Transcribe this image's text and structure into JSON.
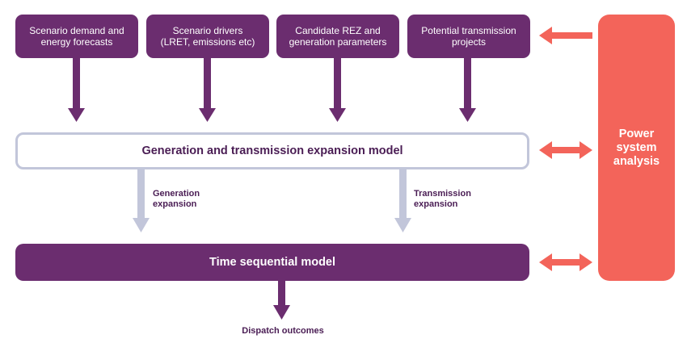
{
  "inputs": [
    {
      "label": "Scenario demand and\nenergy forecasts"
    },
    {
      "label": "Scenario drivers\n(LRET, emissions etc)"
    },
    {
      "label": "Candidate REZ and\ngeneration parameters"
    },
    {
      "label": "Potential transmission\nprojects"
    }
  ],
  "models": {
    "expansion": "Generation and transmission expansion model",
    "time_sequential": "Time sequential model"
  },
  "flows": {
    "generation": "Generation\nexpansion",
    "transmission": "Transmission\nexpansion"
  },
  "power_system_analysis": "Power\nsystem\nanalysis",
  "output": "Dispatch outcomes",
  "colors": {
    "purple": "#6b2d6f",
    "dark_purple_text": "#4a1d54",
    "light_grey": "#c2c6da",
    "coral": "#f3645a"
  }
}
